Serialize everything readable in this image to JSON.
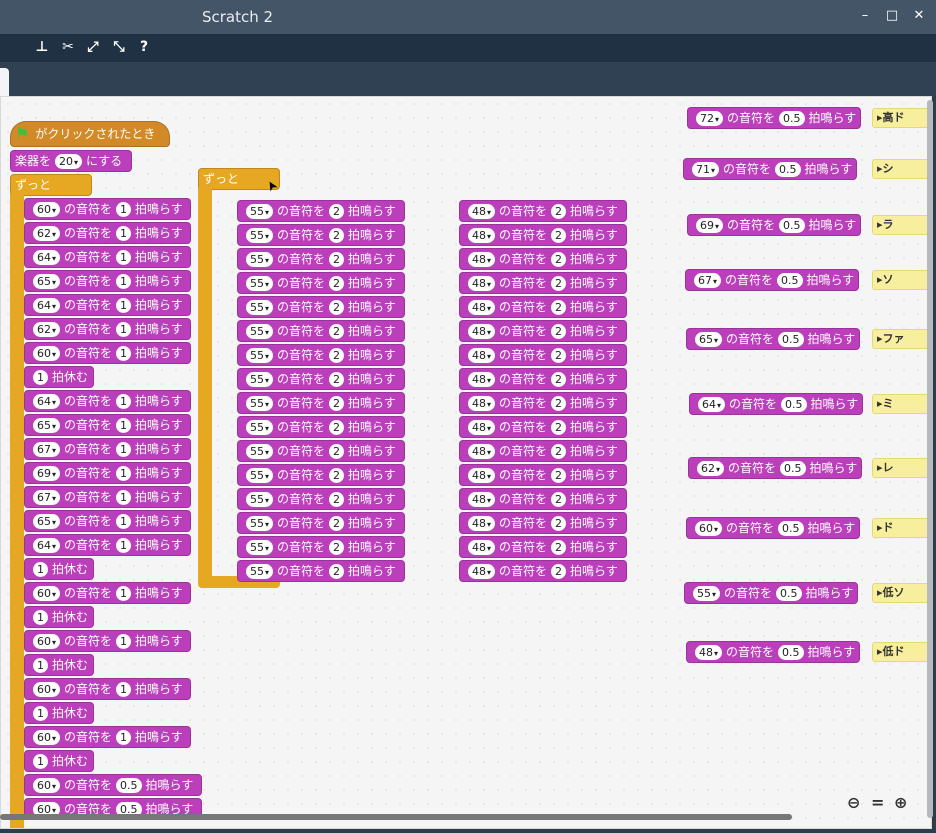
{
  "window": {
    "title": "Scratch 2",
    "min": "–",
    "max": "□",
    "close": "✕"
  },
  "toolbar": {
    "icons": [
      "duplicate-icon",
      "cut-icon",
      "grow-icon",
      "shrink-icon",
      "help-icon"
    ],
    "glyphs": [
      "⊥",
      "✂",
      "⤢",
      "⤡",
      "?"
    ]
  },
  "col1": {
    "hat": "がクリックされたとき",
    "instrument": {
      "a": "楽器を",
      "v": "20",
      "b": "にする"
    },
    "forever": "ずっと",
    "items": [
      [
        "n",
        "60",
        "1"
      ],
      [
        "n",
        "62",
        "1"
      ],
      [
        "n",
        "64",
        "1"
      ],
      [
        "n",
        "65",
        "1"
      ],
      [
        "n",
        "64",
        "1"
      ],
      [
        "n",
        "62",
        "1"
      ],
      [
        "n",
        "60",
        "1"
      ],
      [
        "r",
        "1"
      ],
      [
        "n",
        "64",
        "1"
      ],
      [
        "n",
        "65",
        "1"
      ],
      [
        "n",
        "67",
        "1"
      ],
      [
        "n",
        "69",
        "1"
      ],
      [
        "n",
        "67",
        "1"
      ],
      [
        "n",
        "65",
        "1"
      ],
      [
        "n",
        "64",
        "1"
      ],
      [
        "r",
        "1"
      ],
      [
        "n",
        "60",
        "1"
      ],
      [
        "r",
        "1"
      ],
      [
        "n",
        "60",
        "1"
      ],
      [
        "r",
        "1"
      ],
      [
        "n",
        "60",
        "1"
      ],
      [
        "r",
        "1"
      ],
      [
        "n",
        "60",
        "1"
      ],
      [
        "r",
        "1"
      ],
      [
        "n",
        "60",
        "0.5"
      ],
      [
        "n",
        "60",
        "0.5"
      ]
    ]
  },
  "texts": {
    "noteA": "の音符を",
    "noteB": "拍鳴らす",
    "rest": "拍休む"
  },
  "col2": {
    "forever": "ずっと",
    "note": "55",
    "beats": "2",
    "count": 16
  },
  "col3": {
    "note": "48",
    "beats": "2",
    "count": 16
  },
  "col4": [
    {
      "note": "72",
      "beats": "0.5",
      "label": "高ド"
    },
    {
      "note": "71",
      "beats": "0.5",
      "label": "シ"
    },
    {
      "note": "69",
      "beats": "0.5",
      "label": "ラ"
    },
    {
      "note": "67",
      "beats": "0.5",
      "label": "ソ"
    },
    {
      "note": "65",
      "beats": "0.5",
      "label": "ファ"
    },
    {
      "note": "64",
      "beats": "0.5",
      "label": "ミ"
    },
    {
      "note": "62",
      "beats": "0.5",
      "label": "レ"
    },
    {
      "note": "60",
      "beats": "0.5",
      "label": "ド"
    },
    {
      "note": "55",
      "beats": "0.5",
      "label": "低ソ"
    },
    {
      "note": "48",
      "beats": "0.5",
      "label": "低ド"
    }
  ],
  "zoom": {
    "out": "⊖",
    "reset": "=",
    "in": "⊕"
  }
}
